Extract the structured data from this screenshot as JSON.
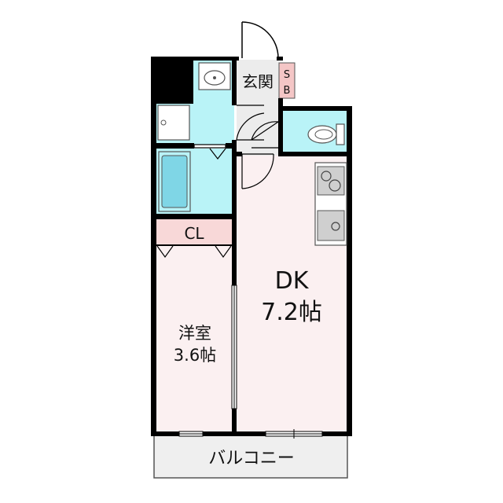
{
  "rooms": {
    "entrance": "玄関",
    "shoebox_top": "S",
    "shoebox_bottom": "B",
    "closet": "CL",
    "dk_name": "DK",
    "dk_size": "7.2帖",
    "bedroom_name": "洋室",
    "bedroom_size": "3.6帖",
    "balcony": "バルコニー"
  },
  "colors": {
    "wall": "#000000",
    "wet_area": "#b9f3f7",
    "living_floor": "#fbf0f1",
    "closet_floor": "#f8d8d8",
    "shoebox": "#f4c6c6",
    "entrance_floor": "#ececec",
    "balcony_floor": "#efefef",
    "bath_tub": "#7fd6e6"
  }
}
